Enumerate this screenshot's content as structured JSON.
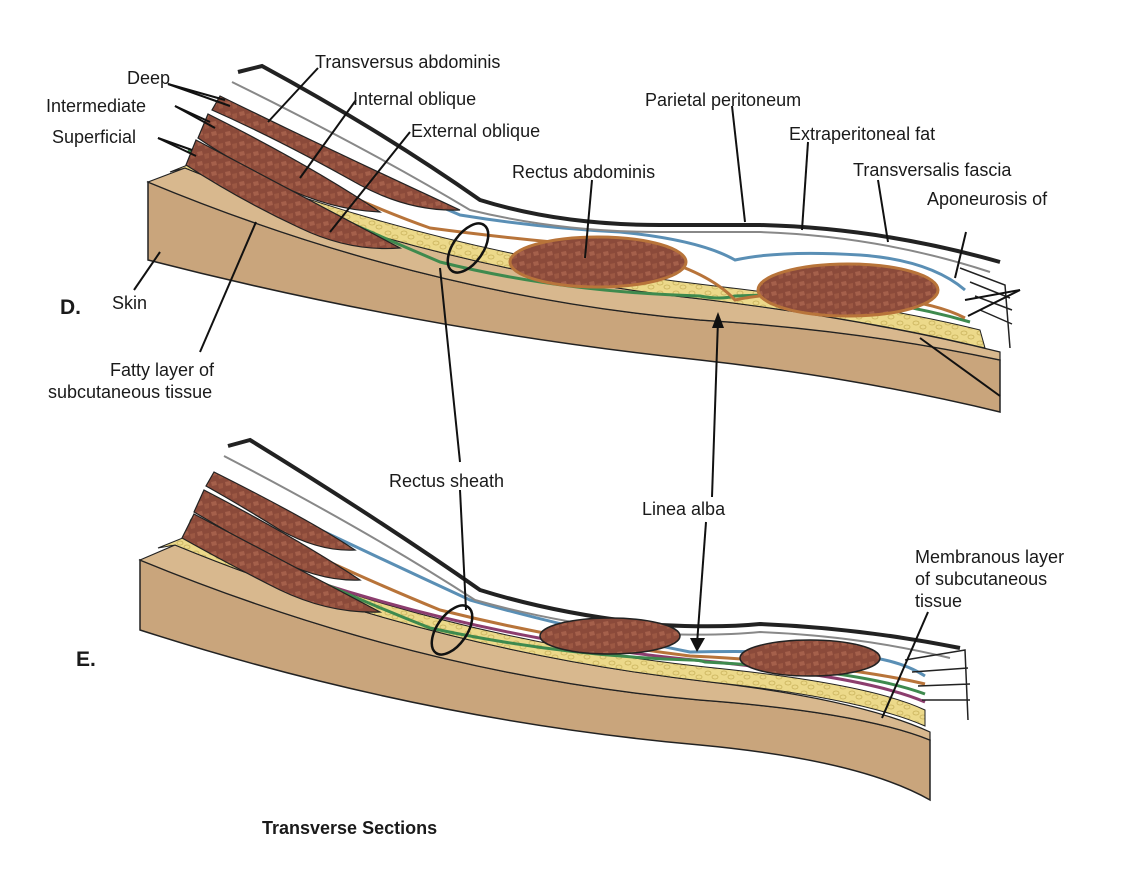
{
  "panels": {
    "d": "D.",
    "e": "E."
  },
  "labels": {
    "deep": "Deep",
    "intermediate": "Intermediate",
    "superficial": "Superficial",
    "transversus_abdominis": "Transversus abdominis",
    "internal_oblique": "Internal oblique",
    "external_oblique": "External oblique",
    "rectus_abdominis": "Rectus abdominis",
    "parietal_peritoneum": "Parietal peritoneum",
    "extraperitoneal_fat": "Extraperitoneal fat",
    "transversalis_fascia": "Transversalis fascia",
    "aponeurosis_of": "Aponeurosis of",
    "skin": "Skin",
    "fatty_layer_line1": "Fatty layer of",
    "fatty_layer_line2": "subcutaneous tissue",
    "rectus_sheath": "Rectus sheath",
    "linea_alba": "Linea alba",
    "membranous_line1": "Membranous layer",
    "membranous_line2": "of subcutaneous",
    "membranous_line3": "tissue"
  },
  "caption": "Transverse Sections",
  "colors": {
    "skin": "#c9a57c",
    "skin_dark": "#a07a52",
    "fat": "#ecd98a",
    "muscle": "#8b4a3a",
    "muscle_cell": "#a5604b",
    "green_fascia": "#3e8a4e",
    "blue_fascia": "#5a8fb5",
    "orange_fascia": "#b8743a",
    "peritoneum": "#7a7a7a",
    "membranous": "#8c3d6e"
  }
}
